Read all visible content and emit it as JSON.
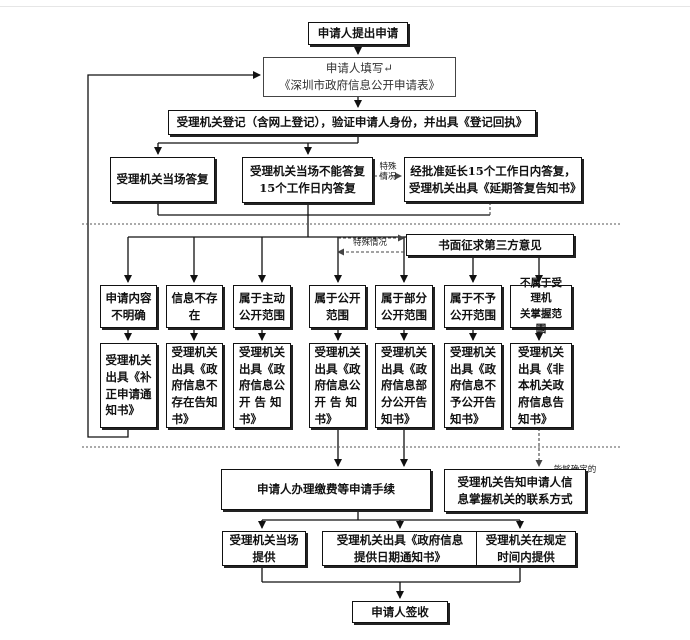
{
  "nodes": {
    "start": "申请人提出申请",
    "fill_form": "申请人填写↵\n《深圳市政府信息公开申请表》",
    "register": "受理机关登记（含网上登记），验证申请人身份，并出具《登记回执》",
    "answer_on_spot": "受理机关当场答复",
    "cannot_answer": "受理机关当场不能答复\n15个工作日内答复",
    "extend": "经批准延长15个工作日内答复，\n受理机关出具《延期答复告知书》",
    "third_party": "书面征求第三方意见",
    "cat_unclear": "申请内容\n不明确",
    "cat_not_exist": "信息不存在",
    "cat_active": "属于主动\n公开范围",
    "cat_public": "属于公开\n范围",
    "cat_partial": "属于部分\n公开范围",
    "cat_not_public": "属于不予\n公开范围",
    "cat_not_held": "不属于受理机\n关掌握范围",
    "notice_supplement": "受理机关\n出具《补\n正申请通\n知书》",
    "notice_not_exist": "受理机关\n出具《政\n府信息不\n存在告知\n书》",
    "notice_active": "受理机关\n出具《政\n府信息公\n开 告 知\n书》",
    "notice_public": "受理机关\n出具《政\n府信息公\n开 告 知\n书》",
    "notice_partial": "受理机关\n出具《政\n府信息部\n分公开告\n知书》",
    "notice_not_public": "受理机关\n出具《政\n府信息不\n予公开告\n知书》",
    "notice_not_held": "受理机关\n出具《非\n本机关政\n府信息告\n知书》",
    "fees": "申请人办理缴费等申请手续",
    "inform_contact": "受理机关告知申请人信\n息掌握机关的联系方式",
    "provide_spot": "受理机关当场\n提供",
    "provide_notice": "受理机关出具《政府信息\n提供日期通知书》",
    "provide_time": "受理机关在规定\n时间内提供",
    "sign": "申请人签收"
  },
  "notes": {
    "special_1": "特殊\n情况",
    "special_2": "特殊情况",
    "can_determine": "能够确定的"
  },
  "colors": {
    "line": "#111111",
    "dash": "#444444",
    "sep": "#555555"
  }
}
